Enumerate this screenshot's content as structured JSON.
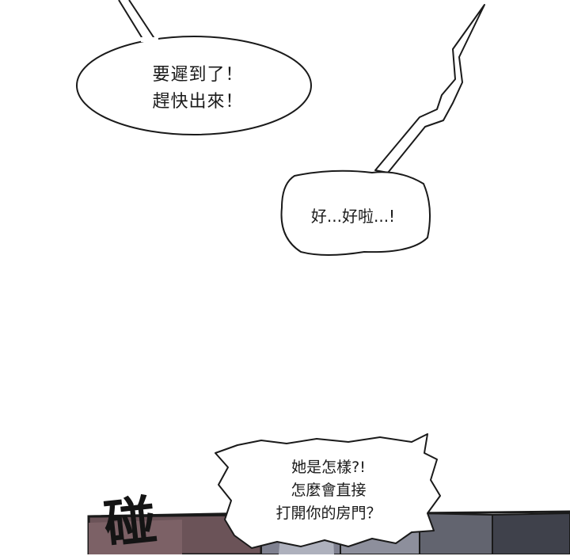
{
  "panel_1": {
    "bubble_1": {
      "lines": [
        "要遲到了！",
        "趕快出來！"
      ]
    },
    "bubble_2": {
      "lines": [
        "好...好啦...!"
      ]
    }
  },
  "panel_2": {
    "bubble_3": {
      "lines": [
        "她是怎樣?!",
        "怎麼會直接",
        "打開你的房門？"
      ]
    },
    "sound_effect": "碰"
  },
  "colors": {
    "background": "#ffffff",
    "ink": "#141414",
    "panel_dark": "#4a4a55",
    "panel_reddish": "#5a4045"
  }
}
